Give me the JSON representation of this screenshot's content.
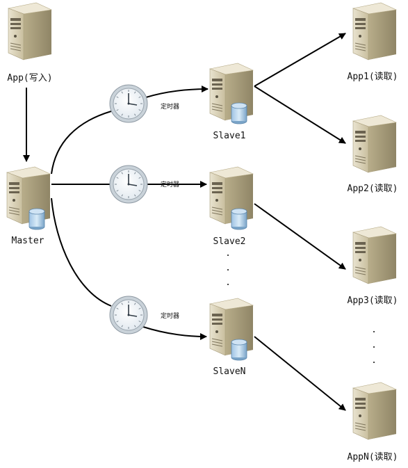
{
  "nodes": {
    "app_writer": {
      "label": "App(写入)",
      "icon": "server-icon"
    },
    "master": {
      "label": "Master",
      "icon": "database-server-icon"
    },
    "slave1": {
      "label": "Slave1",
      "icon": "database-server-icon"
    },
    "slave2": {
      "label": "Slave2",
      "icon": "database-server-icon"
    },
    "slaveN": {
      "label": "SlaveN",
      "icon": "database-server-icon"
    },
    "app1": {
      "label": "App1(读取)",
      "icon": "server-icon"
    },
    "app2": {
      "label": "App2(读取)",
      "icon": "server-icon"
    },
    "app3": {
      "label": "App3(读取)",
      "icon": "server-icon"
    },
    "appN": {
      "label": "AppN(读取)",
      "icon": "server-icon"
    }
  },
  "timers": {
    "timer1": {
      "label": "定时器",
      "icon": "clock-icon"
    },
    "timer2": {
      "label": "定时器",
      "icon": "clock-icon"
    },
    "timer3": {
      "label": "定时器",
      "icon": "clock-icon"
    }
  },
  "ellipsis_mark": "."
}
